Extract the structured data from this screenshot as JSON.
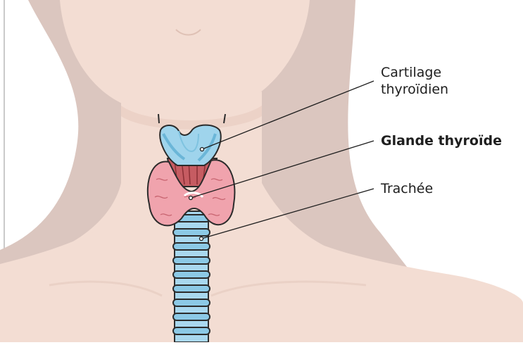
{
  "labels": {
    "cartilage_line1": "Cartilage",
    "cartilage_line2": "thyroïdien",
    "glande": "Glande thyroïde",
    "trachee": "Trachée"
  },
  "colors": {
    "skin": "#f3ddd3",
    "hair": "#dbc6bf",
    "cartilage": "#9fd4ec",
    "trachea": "#a9d8ef",
    "gland": "#f0a3ad",
    "muscle": "#c65c62",
    "outline": "#2b2b2b"
  }
}
